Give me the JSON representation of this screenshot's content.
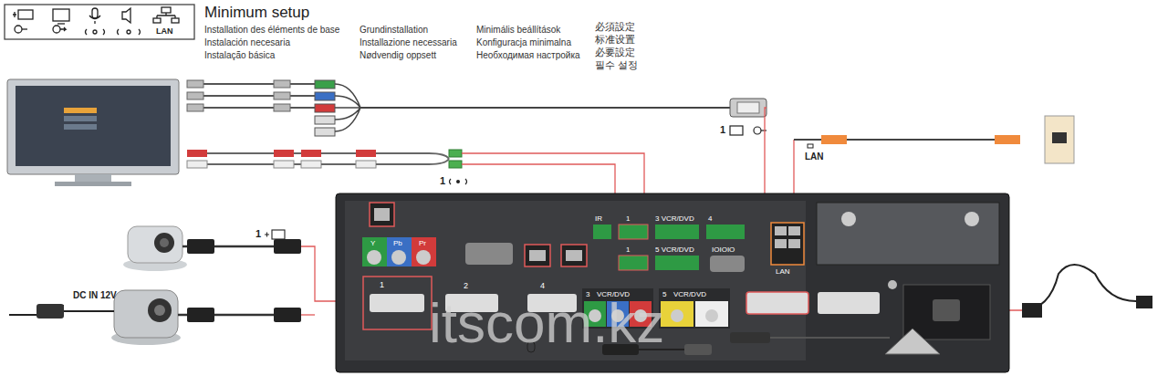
{
  "diagram": {
    "title": "Minimum setup",
    "labels": [
      "Installation des éléments de base",
      "Instalación necesaria",
      "Instalação básica",
      "Grundinstallation",
      "Installazione necessaria",
      "Nødvendig oppsett",
      "Minimális beállítások",
      "Konfiguracja minimalna",
      "Необходимая настройка",
      "必須設定",
      "标准设置",
      "必要設定",
      "필수 설정",
      "LAN",
      "1",
      "LAN",
      "1",
      "1",
      "DC IN 12V",
      "IR",
      "Y",
      "Pb",
      "Pr",
      "1",
      "2",
      "4",
      "1",
      "3 VCR/DVD",
      "4",
      "1",
      "5 VCR/DVD",
      "IOIOIO",
      "LAN",
      "3",
      "VCR/DVD",
      "5",
      "VCR/DVD",
      "itscom.kz"
    ]
  }
}
